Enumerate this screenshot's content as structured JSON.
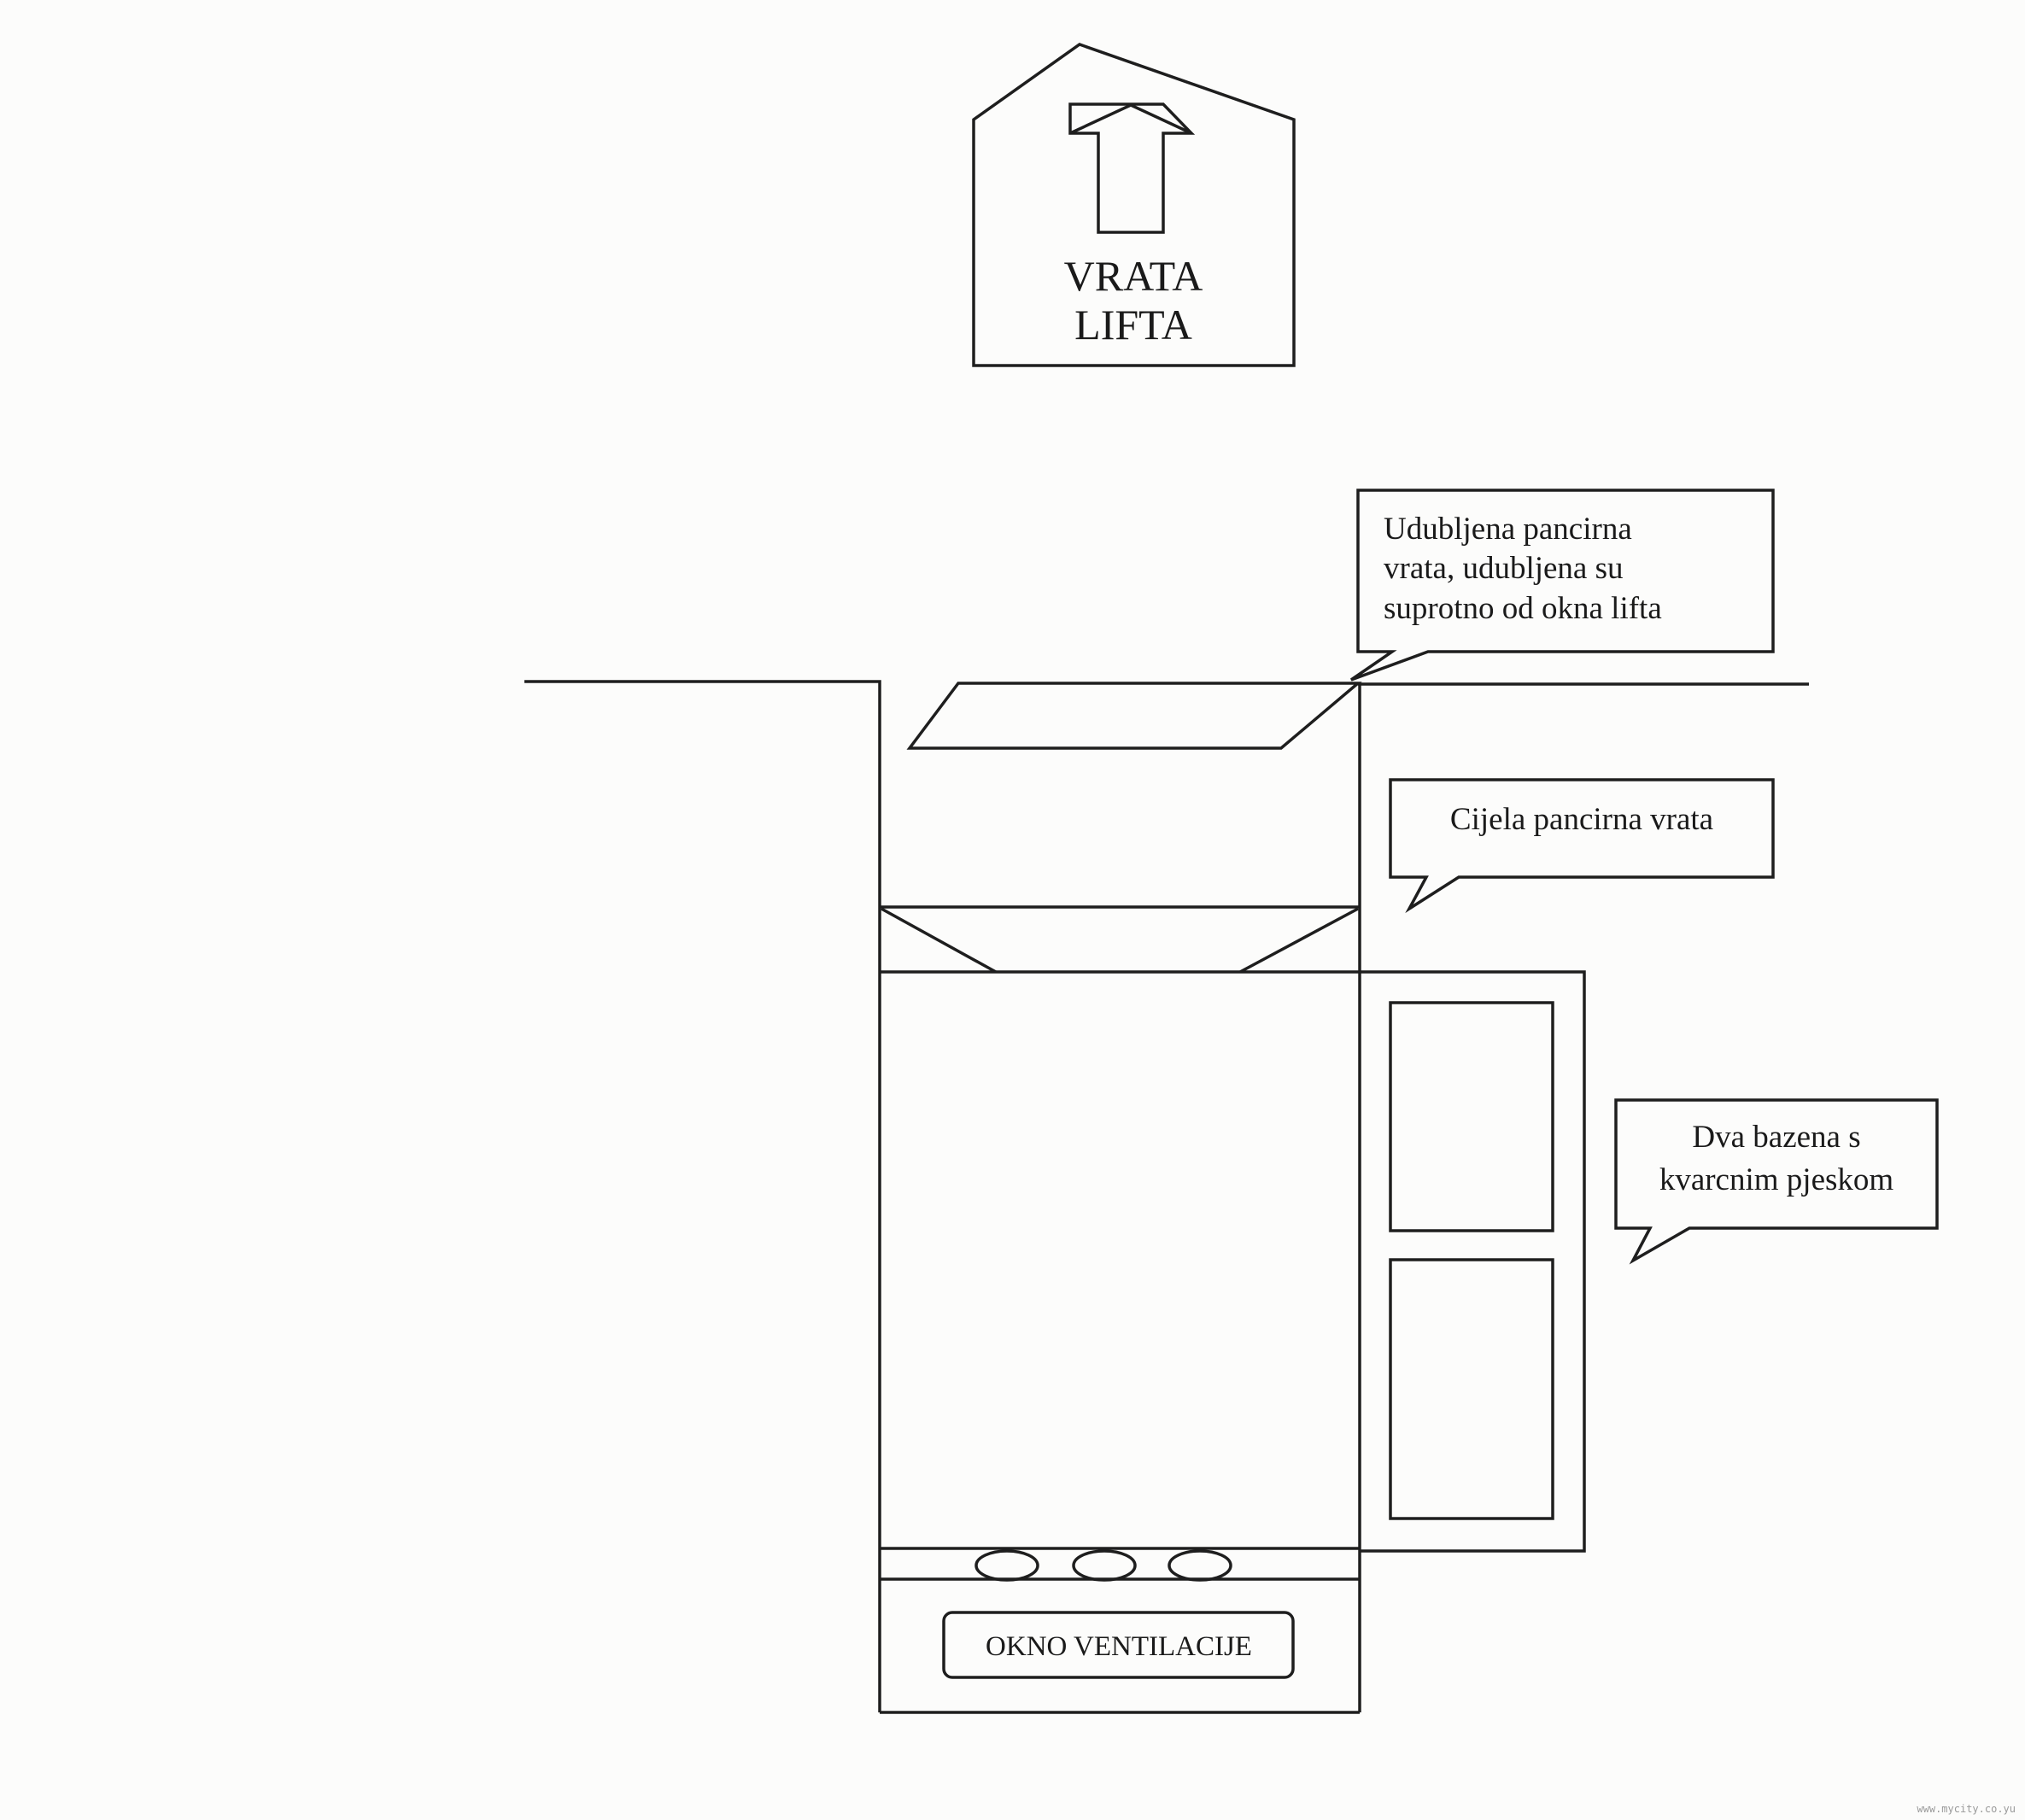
{
  "door_sign": {
    "line1": "VRATA",
    "line2": "LIFTA"
  },
  "callouts": {
    "recessed_door": {
      "lines": [
        "Udubljena pancirna",
        "vrata, udubljena su",
        "suprotno od okna lifta"
      ]
    },
    "full_door": {
      "lines": [
        "Cijela pancirna vrata"
      ]
    },
    "sand_pools": {
      "lines": [
        "Dva bazena s",
        "kvarcnim pjeskom"
      ]
    }
  },
  "vent_label": "OKNO VENTILACIJE",
  "watermark": "www.mycity.co.yu"
}
